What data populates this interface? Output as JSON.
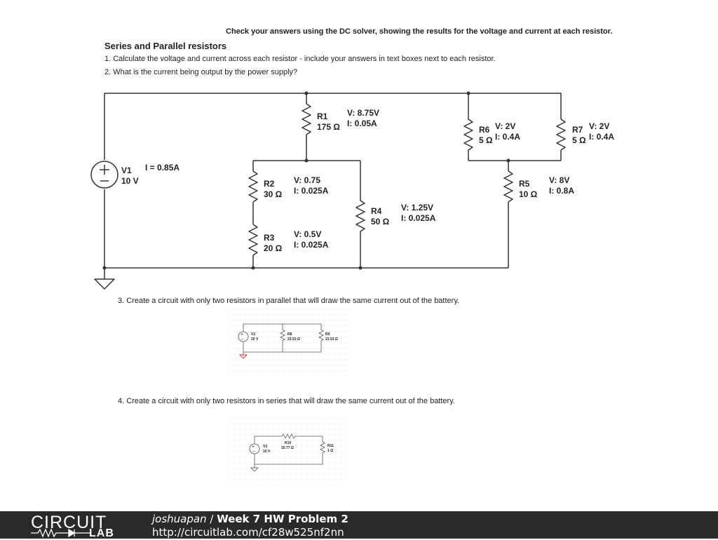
{
  "header": "Check your answers using the DC solver, showing the results for the voltage and current at each resistor.",
  "title": "Series and Parallel resistors",
  "q1": "1. Calculate the voltage and current across each resistor - include your answers in text boxes next to each resistor.",
  "q2": "2. What is the current being output by the power supply?",
  "q3": "3. Create a circuit with only two resistors in parallel that will draw the same current out of the battery.",
  "q4": "4. Create a circuit with only two resistors in series that will draw the same current out of the battery.",
  "circuit": {
    "v1": {
      "name": "V1",
      "value": "10 V"
    },
    "supply_current": "I = 0.85A",
    "r1": {
      "name": "R1",
      "value": "175 Ω",
      "v": "V: 8.75V",
      "i": "I: 0.05A"
    },
    "r2": {
      "name": "R2",
      "value": "30 Ω",
      "v": "V: 0.75",
      "i": "I: 0.025A"
    },
    "r3": {
      "name": "R3",
      "value": "20 Ω",
      "v": "V: 0.5V",
      "i": "I: 0.025A"
    },
    "r4": {
      "name": "R4",
      "value": "50 Ω",
      "v": "V: 1.25V",
      "i": "I: 0.025A"
    },
    "r5": {
      "name": "R5",
      "value": "10 Ω",
      "v": "V: 8V",
      "i": "I: 0.8A"
    },
    "r6": {
      "name": "R6",
      "value": "5 Ω",
      "v": "V: 2V",
      "i": "I: 0.4A"
    },
    "r7": {
      "name": "R7",
      "value": "5 Ω",
      "v": "V: 2V",
      "i": "I: 0.4A"
    }
  },
  "parallel": {
    "v2": {
      "name": "V2",
      "value": "10 V"
    },
    "r8": {
      "name": "R8",
      "value": "23.53 Ω"
    },
    "r9": {
      "name": "R9",
      "value": "23.53 Ω"
    }
  },
  "series": {
    "v3": {
      "name": "V3",
      "value": "10 V"
    },
    "r10": {
      "name": "R10",
      "value": "10.77 Ω"
    },
    "r11": {
      "name": "R11",
      "value": "1 Ω"
    }
  },
  "footer": {
    "brand_top": "CIRCUIT",
    "brand_bottom": "LAB",
    "user": "joshuapan",
    "separator": " / ",
    "project": "Week 7 HW Problem 2",
    "url": "http://circuitlab.com/cf28w525nf2nn"
  },
  "colors": {
    "wire": "#333333",
    "ground_mini": "#e03030",
    "footer_bg": "#2a2a2a",
    "grid": "#e6e6e6"
  }
}
